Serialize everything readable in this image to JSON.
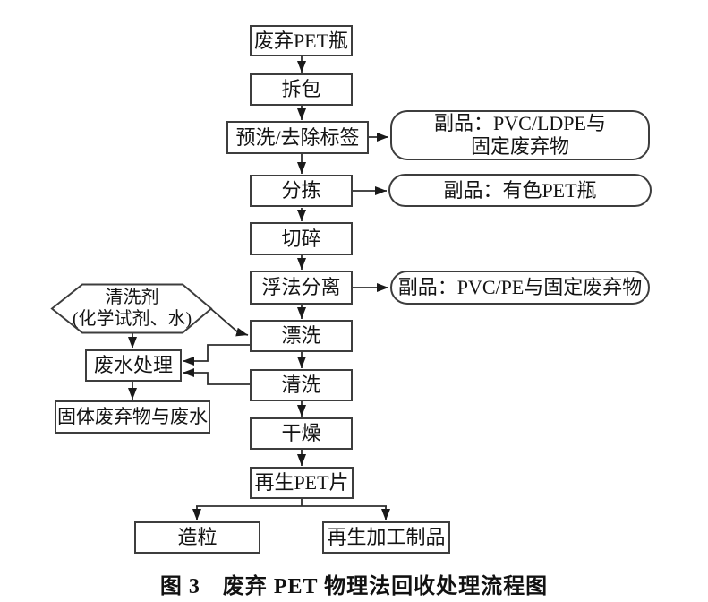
{
  "figure": {
    "caption": "图 3　废弃 PET 物理法回收处理流程图"
  },
  "flowchart": {
    "nodes": {
      "waste_pet": {
        "label": "废弃PET瓶"
      },
      "unpack": {
        "label": "拆包"
      },
      "prewash": {
        "label": "预洗/去除标签"
      },
      "byproduct_prewash": {
        "label": "副品：PVC/LDPE与\n固定废弃物"
      },
      "sorting": {
        "label": "分拣"
      },
      "byproduct_sorting": {
        "label": "副品：有色PET瓶"
      },
      "shred": {
        "label": "切碎"
      },
      "flotation": {
        "label": "浮法分离"
      },
      "byproduct_flotation": {
        "label": "副品：PVC/PE与固定废弃物"
      },
      "detergent": {
        "label": "清洗剂\n(化学试剂、水)"
      },
      "rinse": {
        "label": "漂洗"
      },
      "wastewater": {
        "label": "废水处理"
      },
      "wash": {
        "label": "清洗"
      },
      "solid_waste": {
        "label": "固体废弃物与废水"
      },
      "dry": {
        "label": "干燥"
      },
      "pet_flake": {
        "label": "再生PET片"
      },
      "pellet": {
        "label": "造粒"
      },
      "product": {
        "label": "再生加工制品"
      }
    },
    "colors": {
      "line": "#2e2e2e",
      "border": "#3d3d3d",
      "text": "#141414",
      "background": "#ffffff"
    }
  }
}
